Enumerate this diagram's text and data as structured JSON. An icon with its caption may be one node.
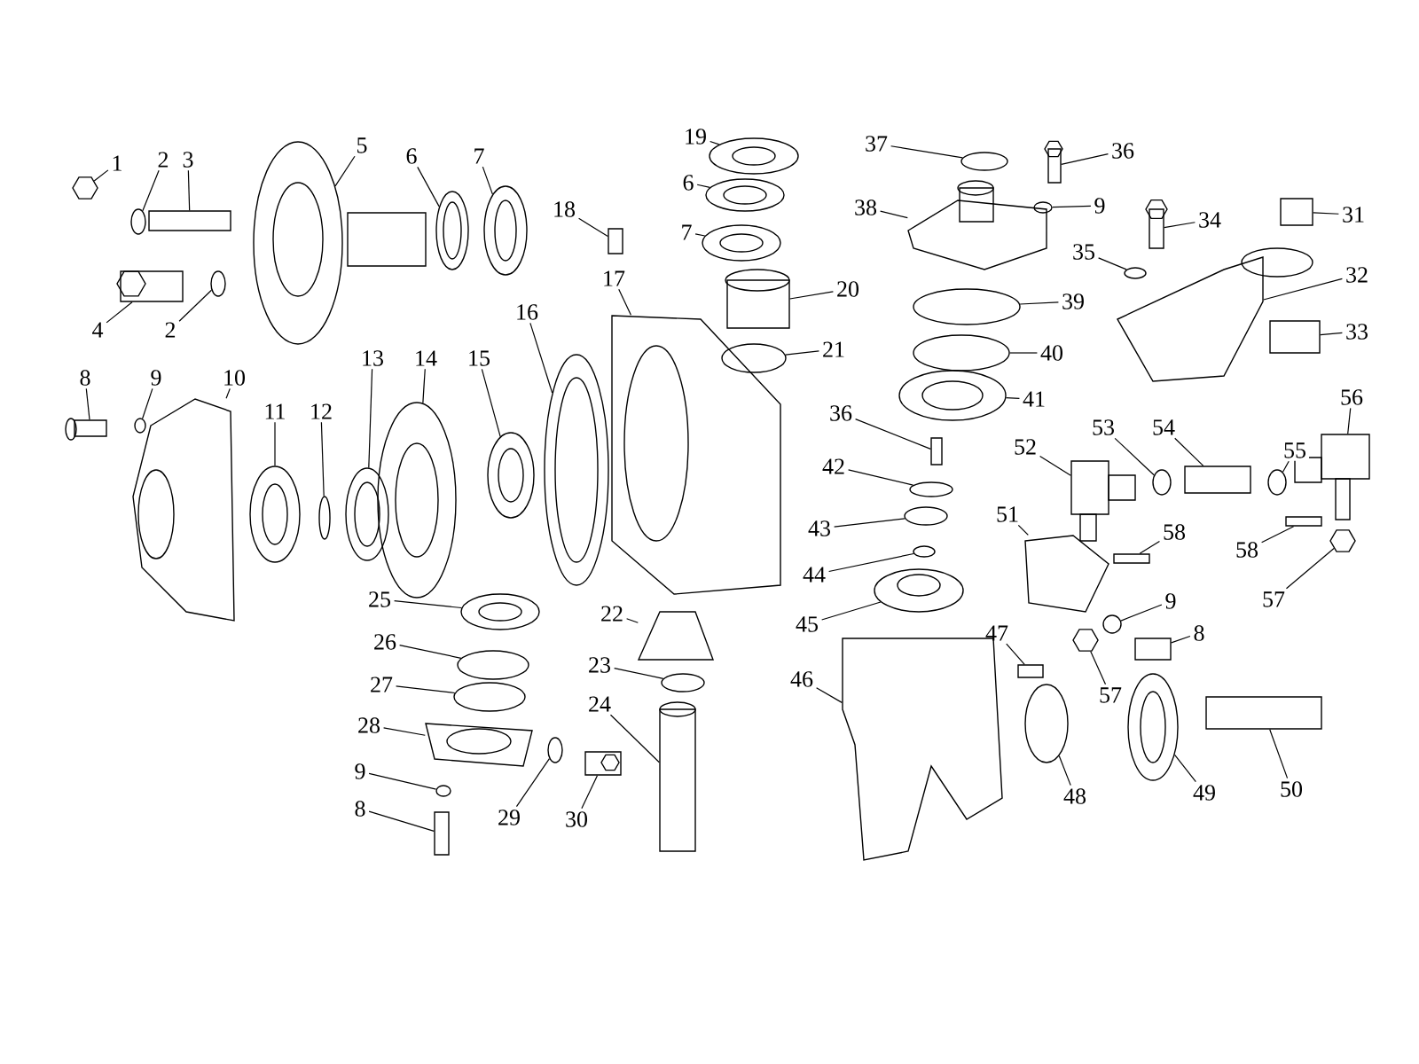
{
  "diagram": {
    "nodes": [
      {
        "text": [
          "1"
        ]
      },
      {
        "text": [
          "2"
        ]
      },
      {
        "text": [
          "3"
        ]
      },
      {
        "text": [
          "4"
        ]
      },
      {
        "text": [
          "2"
        ]
      },
      {
        "text": [
          "5"
        ]
      },
      {
        "text": [
          "6"
        ]
      },
      {
        "text": [
          "7"
        ]
      },
      {
        "text": [
          "8"
        ]
      },
      {
        "text": [
          "9"
        ]
      },
      {
        "text": [
          "10"
        ]
      },
      {
        "text": [
          "11"
        ]
      },
      {
        "text": [
          "12"
        ]
      },
      {
        "text": [
          "13"
        ]
      },
      {
        "text": [
          "14"
        ]
      },
      {
        "text": [
          "15"
        ]
      },
      {
        "text": [
          "16"
        ]
      },
      {
        "text": [
          "17"
        ]
      },
      {
        "text": [
          "18"
        ]
      },
      {
        "text": [
          "19"
        ]
      },
      {
        "text": [
          "20"
        ]
      },
      {
        "text": [
          "21"
        ]
      },
      {
        "text": [
          "6"
        ]
      },
      {
        "text": [
          "7"
        ]
      },
      {
        "text": [
          "22"
        ]
      },
      {
        "text": [
          "23"
        ]
      },
      {
        "text": [
          "24"
        ]
      },
      {
        "text": [
          "25"
        ]
      },
      {
        "text": [
          "26"
        ]
      },
      {
        "text": [
          "27"
        ]
      },
      {
        "text": [
          "28"
        ]
      },
      {
        "text": [
          "9"
        ]
      },
      {
        "text": [
          "8"
        ]
      },
      {
        "text": [
          "29"
        ]
      },
      {
        "text": [
          "30"
        ]
      },
      {
        "text": [
          "31"
        ]
      },
      {
        "text": [
          "32"
        ]
      },
      {
        "text": [
          "33"
        ]
      },
      {
        "text": [
          "34"
        ]
      },
      {
        "text": [
          "35"
        ]
      },
      {
        "text": [
          "36"
        ]
      },
      {
        "text": [
          "37"
        ]
      },
      {
        "text": [
          "38"
        ]
      },
      {
        "text": [
          "39"
        ]
      },
      {
        "text": [
          "40"
        ]
      },
      {
        "text": [
          "41"
        ]
      },
      {
        "text": [
          "9"
        ]
      },
      {
        "text": [
          "36"
        ]
      },
      {
        "text": [
          "42"
        ]
      },
      {
        "text": [
          "43"
        ]
      },
      {
        "text": [
          "44"
        ]
      },
      {
        "text": [
          "45"
        ]
      },
      {
        "text": [
          "46"
        ]
      },
      {
        "text": [
          "47"
        ]
      },
      {
        "text": [
          "48"
        ]
      },
      {
        "text": [
          "49"
        ]
      },
      {
        "text": [
          "50"
        ]
      },
      {
        "text": [
          "51"
        ]
      },
      {
        "text": [
          "52"
        ]
      },
      {
        "text": [
          "53"
        ]
      },
      {
        "text": [
          "54"
        ]
      },
      {
        "text": [
          "55"
        ]
      },
      {
        "text": [
          "56"
        ]
      },
      {
        "text": [
          "57"
        ]
      },
      {
        "text": [
          "58"
        ]
      },
      {
        "text": [
          "58"
        ]
      },
      {
        "text": [
          "9"
        ]
      },
      {
        "text": [
          "8"
        ]
      },
      {
        "text": [
          "57"
        ]
      },
      {
        "text": [],
        "shape": "hexagon"
      },
      {
        "text": [],
        "shape": "circle"
      },
      {
        "text": [],
        "shape": "bar"
      },
      {
        "text": [],
        "shape": "box"
      },
      {
        "text": [],
        "shape": "circle"
      },
      {
        "text": [],
        "shape": "circle"
      },
      {
        "text": [],
        "shape": "circle"
      },
      {
        "text": [],
        "shape": "circle"
      },
      {
        "text": [],
        "shape": "box"
      },
      {
        "text": [],
        "shape": "circle"
      },
      {
        "text": [],
        "shape": "picture"
      },
      {
        "text": [],
        "shape": "circle"
      },
      {
        "text": [],
        "shape": "circle"
      },
      {
        "text": [],
        "shape": "circle"
      },
      {
        "text": [],
        "shape": "circle"
      },
      {
        "text": [],
        "shape": "circle"
      },
      {
        "text": [],
        "shape": "circle"
      },
      {
        "text": [],
        "shape": "picture"
      },
      {
        "text": [],
        "shape": "box"
      },
      {
        "text": [],
        "shape": "circle"
      },
      {
        "text": [],
        "shape": "box"
      },
      {
        "text": [],
        "shape": "circle"
      },
      {
        "text": [],
        "shape": "circle"
      },
      {
        "text": [],
        "shape": "circle"
      },
      {
        "text": [],
        "shape": "picture"
      },
      {
        "text": [],
        "shape": "circle"
      },
      {
        "text": [],
        "shape": "bar"
      },
      {
        "text": [],
        "shape": "circle"
      },
      {
        "text": [],
        "shape": "circle"
      },
      {
        "text": [],
        "shape": "circle"
      },
      {
        "text": [],
        "shape": "picture"
      },
      {
        "text": [],
        "shape": "circle"
      },
      {
        "text": [],
        "shape": "box"
      },
      {
        "text": [],
        "shape": "circle"
      },
      {
        "text": [],
        "shape": "box"
      },
      {
        "text": [],
        "shape": "box"
      },
      {
        "text": [],
        "shape": "picture"
      },
      {
        "text": [],
        "shape": "box"
      },
      {
        "text": [],
        "shape": "box"
      },
      {
        "text": [],
        "shape": "circle"
      },
      {
        "text": [],
        "shape": "box"
      },
      {
        "text": [],
        "shape": "circle"
      },
      {
        "text": [],
        "shape": "picture"
      },
      {
        "text": [],
        "shape": "circle"
      },
      {
        "text": [],
        "shape": "circle"
      },
      {
        "text": [],
        "shape": "circle"
      },
      {
        "text": [],
        "shape": "circle"
      },
      {
        "text": [],
        "shape": "box"
      },
      {
        "text": [],
        "shape": "circle"
      },
      {
        "text": [],
        "shape": "circle"
      },
      {
        "text": [],
        "shape": "circle"
      },
      {
        "text": [],
        "shape": "circle"
      },
      {
        "text": [],
        "shape": "picture"
      },
      {
        "text": [],
        "shape": "box"
      },
      {
        "text": [],
        "shape": "circle"
      },
      {
        "text": [],
        "shape": "circle"
      },
      {
        "text": [],
        "shape": "bar"
      },
      {
        "text": [],
        "shape": "picture"
      },
      {
        "text": [],
        "shape": "box"
      },
      {
        "text": [],
        "shape": "circle"
      },
      {
        "text": [],
        "shape": "bar"
      },
      {
        "text": [],
        "shape": "circle"
      },
      {
        "text": [],
        "shape": "box"
      },
      {
        "text": [],
        "shape": "hexagon"
      },
      {
        "text": [],
        "shape": "bar"
      },
      {
        "text": [],
        "shape": "bar"
      },
      {
        "text": [],
        "shape": "circle"
      },
      {
        "text": [],
        "shape": "box"
      },
      {
        "text": [],
        "shape": "hexagon"
      }
    ],
    "edges": [
      {
        "from": 0,
        "to": 69,
        "arrow": "none"
      },
      {
        "from": 1,
        "to": 70,
        "arrow": "none"
      },
      {
        "from": 2,
        "to": 71,
        "arrow": "none"
      },
      {
        "from": 3,
        "to": 72,
        "arrow": "none"
      },
      {
        "from": 4,
        "to": 73,
        "arrow": "none"
      },
      {
        "from": 5,
        "to": 74,
        "arrow": "none"
      },
      {
        "from": 6,
        "to": 75,
        "arrow": "none"
      },
      {
        "from": 7,
        "to": 76,
        "arrow": "none"
      },
      {
        "from": 8,
        "to": 77,
        "arrow": "none"
      },
      {
        "from": 9,
        "to": 78,
        "arrow": "none"
      },
      {
        "from": 10,
        "to": 79,
        "arrow": "none"
      },
      {
        "from": 11,
        "to": 80,
        "arrow": "none"
      },
      {
        "from": 12,
        "to": 81,
        "arrow": "none"
      },
      {
        "from": 13,
        "to": 82,
        "arrow": "none"
      },
      {
        "from": 14,
        "to": 83,
        "arrow": "none"
      },
      {
        "from": 15,
        "to": 84,
        "arrow": "none"
      },
      {
        "from": 16,
        "to": 85,
        "arrow": "none"
      },
      {
        "from": 17,
        "to": 86,
        "arrow": "none"
      },
      {
        "from": 18,
        "to": 87,
        "arrow": "none"
      },
      {
        "from": 19,
        "to": 88,
        "arrow": "none"
      },
      {
        "from": 20,
        "to": 89,
        "arrow": "none"
      },
      {
        "from": 21,
        "to": 90,
        "arrow": "none"
      },
      {
        "from": 22,
        "to": 91,
        "arrow": "none"
      },
      {
        "from": 23,
        "to": 92,
        "arrow": "none"
      },
      {
        "from": 24,
        "to": 93,
        "arrow": "none"
      },
      {
        "from": 25,
        "to": 94,
        "arrow": "none"
      },
      {
        "from": 26,
        "to": 95,
        "arrow": "none"
      },
      {
        "from": 27,
        "to": 96,
        "arrow": "none"
      },
      {
        "from": 28,
        "to": 97,
        "arrow": "none"
      },
      {
        "from": 29,
        "to": 98,
        "arrow": "none"
      },
      {
        "from": 30,
        "to": 99,
        "arrow": "none"
      },
      {
        "from": 31,
        "to": 100,
        "arrow": "none"
      },
      {
        "from": 32,
        "to": 101,
        "arrow": "none"
      },
      {
        "from": 33,
        "to": 102,
        "arrow": "none"
      },
      {
        "from": 34,
        "to": 103,
        "arrow": "none"
      },
      {
        "from": 35,
        "to": 104,
        "arrow": "none"
      },
      {
        "from": 36,
        "to": 105,
        "arrow": "none"
      },
      {
        "from": 37,
        "to": 106,
        "arrow": "none"
      },
      {
        "from": 38,
        "to": 107,
        "arrow": "none"
      },
      {
        "from": 39,
        "to": 108,
        "arrow": "none"
      },
      {
        "from": 40,
        "to": 109,
        "arrow": "none"
      },
      {
        "from": 41,
        "to": 110,
        "arrow": "none"
      },
      {
        "from": 42,
        "to": 111,
        "arrow": "none"
      },
      {
        "from": 43,
        "to": 112,
        "arrow": "none"
      },
      {
        "from": 44,
        "to": 113,
        "arrow": "none"
      },
      {
        "from": 45,
        "to": 114,
        "arrow": "none"
      },
      {
        "from": 46,
        "to": 115,
        "arrow": "none"
      },
      {
        "from": 47,
        "to": 116,
        "arrow": "none"
      },
      {
        "from": 48,
        "to": 117,
        "arrow": "none"
      },
      {
        "from": 49,
        "to": 118,
        "arrow": "none"
      },
      {
        "from": 50,
        "to": 119,
        "arrow": "none"
      },
      {
        "from": 51,
        "to": 120,
        "arrow": "none"
      },
      {
        "from": 52,
        "to": 121,
        "arrow": "none"
      },
      {
        "from": 53,
        "to": 122,
        "arrow": "none"
      },
      {
        "from": 54,
        "to": 123,
        "arrow": "none"
      },
      {
        "from": 55,
        "to": 124,
        "arrow": "none"
      },
      {
        "from": 56,
        "to": 125,
        "arrow": "none"
      },
      {
        "from": 57,
        "to": 126,
        "arrow": "none"
      },
      {
        "from": 58,
        "to": 127,
        "arrow": "none"
      },
      {
        "from": 59,
        "to": 128,
        "arrow": "none"
      },
      {
        "from": 60,
        "to": 129,
        "arrow": "none"
      },
      {
        "from": 61,
        "to": 130,
        "arrow": "none"
      },
      {
        "from": 62,
        "to": 131,
        "arrow": "none"
      },
      {
        "from": 63,
        "to": 132,
        "arrow": "none"
      },
      {
        "from": 64,
        "to": 133,
        "arrow": "none"
      },
      {
        "from": 65,
        "to": 134,
        "arrow": "none"
      },
      {
        "from": 66,
        "to": 135,
        "arrow": "none"
      },
      {
        "from": 67,
        "to": 136,
        "arrow": "none"
      },
      {
        "from": 68,
        "to": 137,
        "arrow": "none"
      }
    ]
  }
}
